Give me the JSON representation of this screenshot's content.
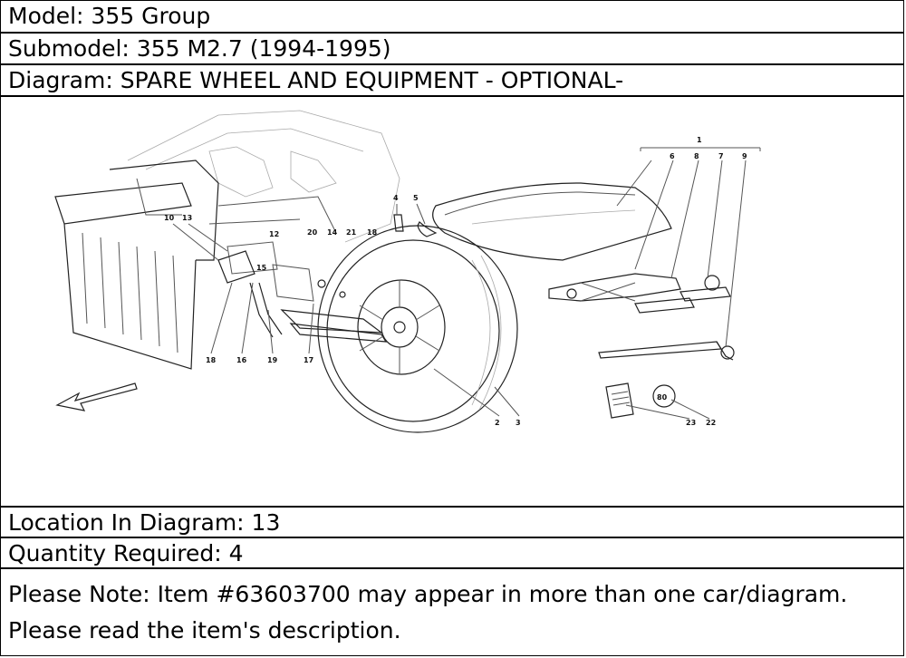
{
  "model": "Model: 355 Group",
  "submodel": "Submodel: 355 M2.7 (1994-1995)",
  "diagram_title": "Diagram: SPARE WHEEL AND EQUIPMENT - OPTIONAL-",
  "location": "Location In Diagram: 13",
  "quantity": "Quantity Required: 4",
  "note": "Please Note: Item #63603700 may appear in more than one car/diagram. Please read the item's description.",
  "callouts": {
    "c1": "1",
    "c2": "2",
    "c3": "3",
    "c4": "4",
    "c5": "5",
    "c6": "6",
    "c7": "7",
    "c8": "8",
    "c9": "9",
    "c10": "10",
    "c12": "12",
    "c13": "13",
    "c14": "14",
    "c15": "15",
    "c16": "16",
    "c17": "17",
    "c18a": "18",
    "c18b": "18",
    "c19": "19",
    "c20": "20",
    "c21": "21",
    "c22": "22",
    "c23": "23",
    "speed": "80"
  }
}
